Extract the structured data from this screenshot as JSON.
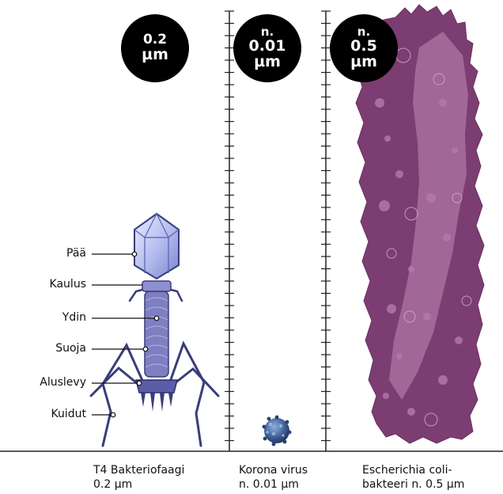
{
  "badges": {
    "phage": {
      "line1": "0.2",
      "line2": "µm"
    },
    "corona": {
      "line1": "n.",
      "line2": "0.01",
      "line3": "µm"
    },
    "ecoli": {
      "line1": "n.",
      "line2": "0.5",
      "line3": "µm"
    }
  },
  "phage_parts": [
    "Pää",
    "Kaulus",
    "Ydin",
    "Suoja",
    "Aluslevy",
    "Kuidut"
  ],
  "captions": {
    "phage": {
      "line1": "T4  Bakteriofaagi",
      "line2": "0.2 µm"
    },
    "corona": {
      "line1": "Korona virus",
      "line2": "n. 0.01 µm"
    },
    "ecoli": {
      "line1": "Escherichia coli-",
      "line2": "bakteeri n. 0.5 µm"
    }
  },
  "colors": {
    "bacterium_dark": "#7b3d72",
    "bacterium_light": "#a56b9b",
    "phage_body": "#7e7fc0",
    "phage_head": "#c9d0f2",
    "virus": "#3e5f96",
    "ruler": "#222222"
  }
}
